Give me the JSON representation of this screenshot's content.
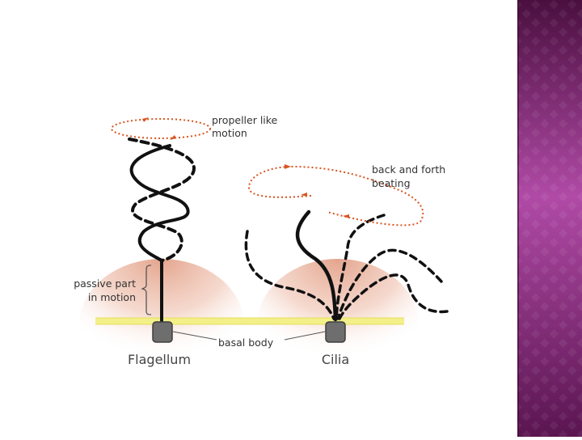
{
  "labels": {
    "propeller": [
      "propeller like",
      "motion"
    ],
    "back_forth": [
      "back and forth",
      "beating"
    ],
    "passive": [
      "passive part",
      "in motion"
    ],
    "basal_body": "basal body",
    "flagellum": "Flagellum",
    "cilia": "Cilia"
  },
  "colors": {
    "arrow_orange": "#d9541e",
    "membrane_yellow": "#f3f08a",
    "basal_body_grey": "#6e6e6e",
    "tissue_pink": "#e8a890",
    "panel_purple_dark": "#4a0f3f",
    "panel_purple_light": "#b04aa6"
  },
  "icons": [
    "basal-body-block",
    "motion-arrow"
  ]
}
